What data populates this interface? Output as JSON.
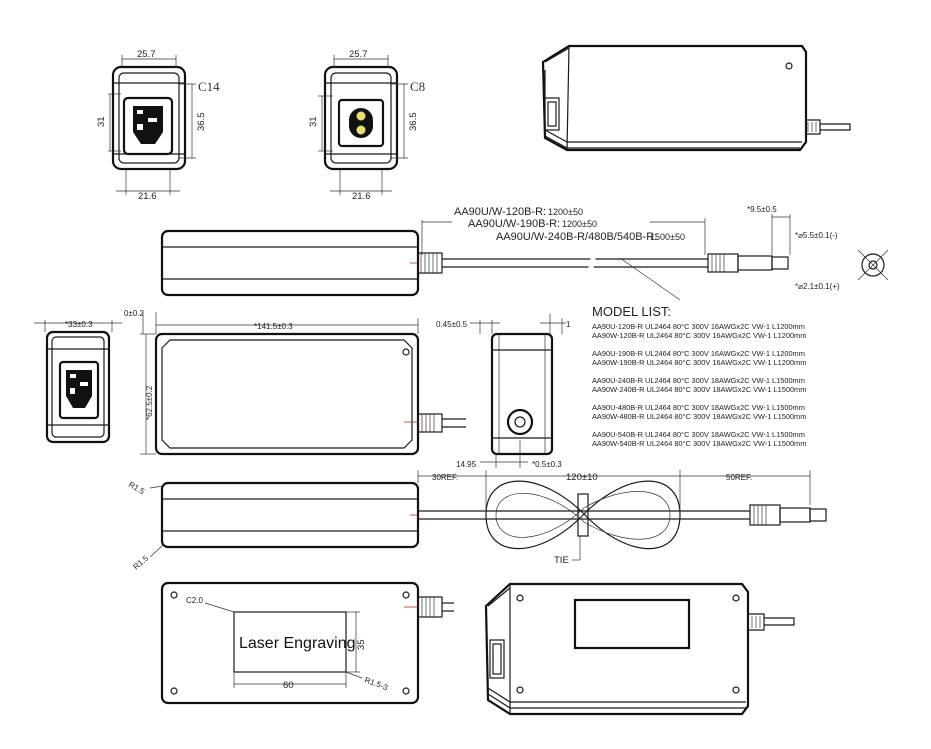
{
  "top_views": {
    "c14": {
      "width_top": "25.7",
      "width_bottom": "21.6",
      "height_left": "31",
      "height_right": "36.5",
      "label": "C14"
    },
    "c8": {
      "width_top": "25.7",
      "width_bottom": "21.6",
      "height_left": "31",
      "height_right": "36.5",
      "label": "C8"
    }
  },
  "cable_lengths": {
    "line1_model": "AA90U/W-120B-R:",
    "line1_value": "1200±50",
    "line2_model": "AA90U/W-190B-R:",
    "line2_value": "1200±50",
    "line3_model": "AA90U/W-240B-R/480B/540B-R:",
    "line3_value": "1500±50"
  },
  "plug_dims": {
    "length": "*9.5±0.5",
    "outer_dia": "*⌀5.5±0.1(-)",
    "inner_dia": "*⌀2.1±0.1(+)"
  },
  "body_dims": {
    "end_width": "*33±0.3",
    "gap": "0±0.2",
    "length": "*141.5±0.3",
    "height": "*62.5±0.2",
    "side_offset": "0.45±0.5",
    "side_right": "1",
    "side_bottom_left": "14.95",
    "side_bottom_right": "*0.5±0.3"
  },
  "model_list": {
    "title": "MODEL LIST:",
    "groups": [
      [
        "AA90U-120B-R  UL2464 80°C 300V 16AWGx2C VW-1 L1200mm",
        "AA90W-120B-R  UL2464 80°C 300V 16AWGx2C VW-1 L1200mm"
      ],
      [
        "AA90U-190B-R  UL2464 80°C 300V 16AWGx2C VW-1 L1200mm",
        "AA90W-190B-R  UL2464 80°C 300V 16AWGx2C VW-1 L1200mm"
      ],
      [
        "AA90U-240B-R  UL2464 80°C 300V 18AWGx2C VW-1 L1500mm",
        "AA90W-240B-R  UL2464 80°C 300V 18AWGx2C VW-1 L1500mm"
      ],
      [
        "AA90U-480B-R  UL2464 80°C 300V 18AWGx2C VW-1 L1500mm",
        "AA90W-480B-R  UL2464 80°C 300V 18AWGx2C VW-1 L1500mm"
      ],
      [
        "AA90U-540B-R  UL2464 80°C 300V 18AWGx2C VW-1 L1500mm",
        "AA90W-540B-R  UL2464 80°C 300V 18AWGx2C VW-1 L1500mm"
      ]
    ]
  },
  "coil_view": {
    "radius_top": "R1.5",
    "radius_bottom": "R1.5",
    "ref_left": "30REF.",
    "loop": "120±10",
    "ref_right": "50REF.",
    "tie": "TIE"
  },
  "label_view": {
    "corner": "C2.0",
    "text": "Laser Engraving",
    "height": "35",
    "width": "60",
    "radius": "R1.5-3"
  }
}
